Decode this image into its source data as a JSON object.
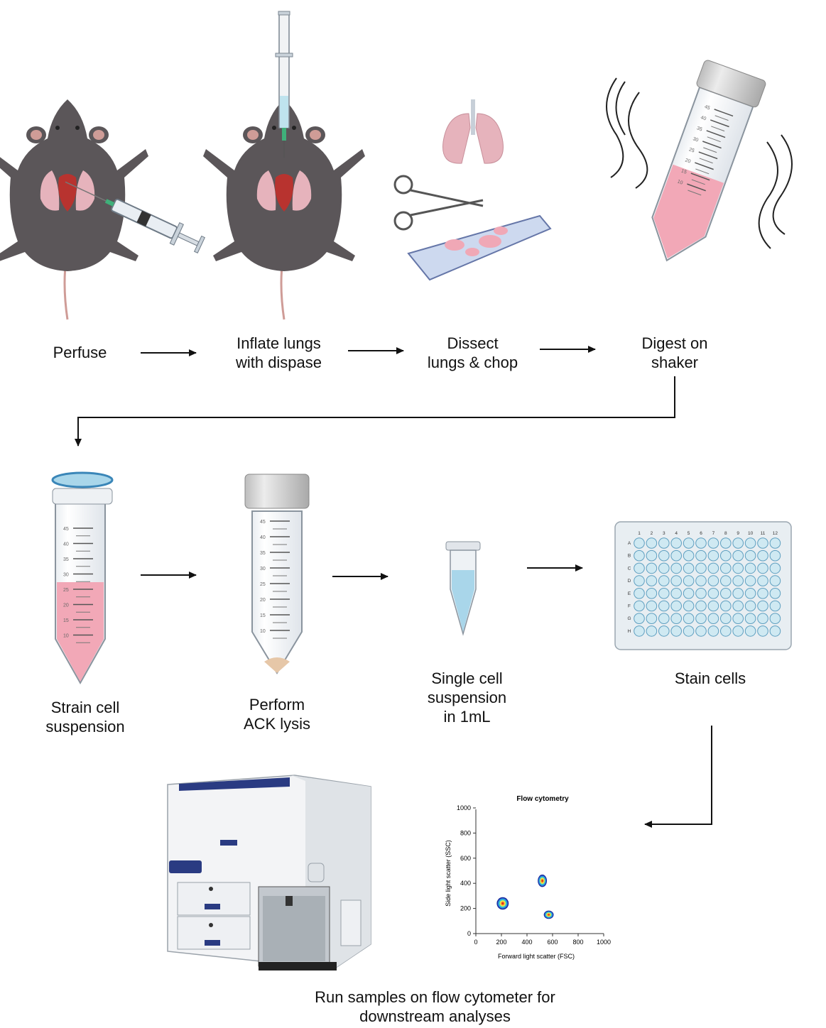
{
  "steps": {
    "perfuse": [
      "Perfuse"
    ],
    "inflate": [
      "Inflate lungs",
      "with dispase"
    ],
    "dissect": [
      "Dissect",
      "lungs & chop"
    ],
    "digest": [
      "Digest on",
      "shaker"
    ],
    "strain": [
      "Strain cell",
      "suspension"
    ],
    "ack": [
      "Perform",
      "ACK lysis"
    ],
    "single": [
      "Single cell",
      "suspension",
      "in 1mL"
    ],
    "stain": [
      "Stain cells"
    ],
    "run": [
      "Run samples on flow cytometer for",
      "downstream analyses"
    ]
  },
  "tube_graduations": [
    "45",
    "40",
    "35",
    "30",
    "25",
    "20",
    "15",
    "10"
  ],
  "plate": {
    "columns": [
      "1",
      "2",
      "3",
      "4",
      "5",
      "6",
      "7",
      "8",
      "9",
      "10",
      "11",
      "12"
    ],
    "rows": [
      "A",
      "B",
      "C",
      "D",
      "E",
      "F",
      "G",
      "H"
    ]
  },
  "chart_data": {
    "type": "scatter",
    "title": "Flow cytometry",
    "xlabel": "Forward light scatter (FSC)",
    "ylabel": "Side light scatter (SSC)",
    "xlim": [
      0,
      1000
    ],
    "ylim": [
      0,
      1000
    ],
    "x_ticks": [
      "0",
      "200",
      "400",
      "600",
      "800",
      "1000"
    ],
    "y_ticks": [
      "0",
      "200",
      "400",
      "600",
      "800",
      "1000"
    ],
    "series": [
      {
        "x_center": 210,
        "y_center": 240,
        "x_spread": 85,
        "y_spread": 90
      },
      {
        "x_center": 520,
        "y_center": 420,
        "x_spread": 65,
        "y_spread": 90
      },
      {
        "x_center": 570,
        "y_center": 150,
        "x_spread": 70,
        "y_spread": 60
      }
    ],
    "grid": false,
    "colormap": [
      "#1a2c9c",
      "#2f7fe0",
      "#33d0c8",
      "#f3e64a",
      "#f39a2a",
      "#e0201c"
    ]
  },
  "colors": {
    "mouse": "#5b5659",
    "lung": "#e6b3bc",
    "heart": "#b8332f",
    "digest_liquid": "#f2a8b7",
    "eppendorf_liquid": "#a9d6ea",
    "plate_well": "#cfe9f2",
    "instrument_blue": "#2a3b82"
  }
}
